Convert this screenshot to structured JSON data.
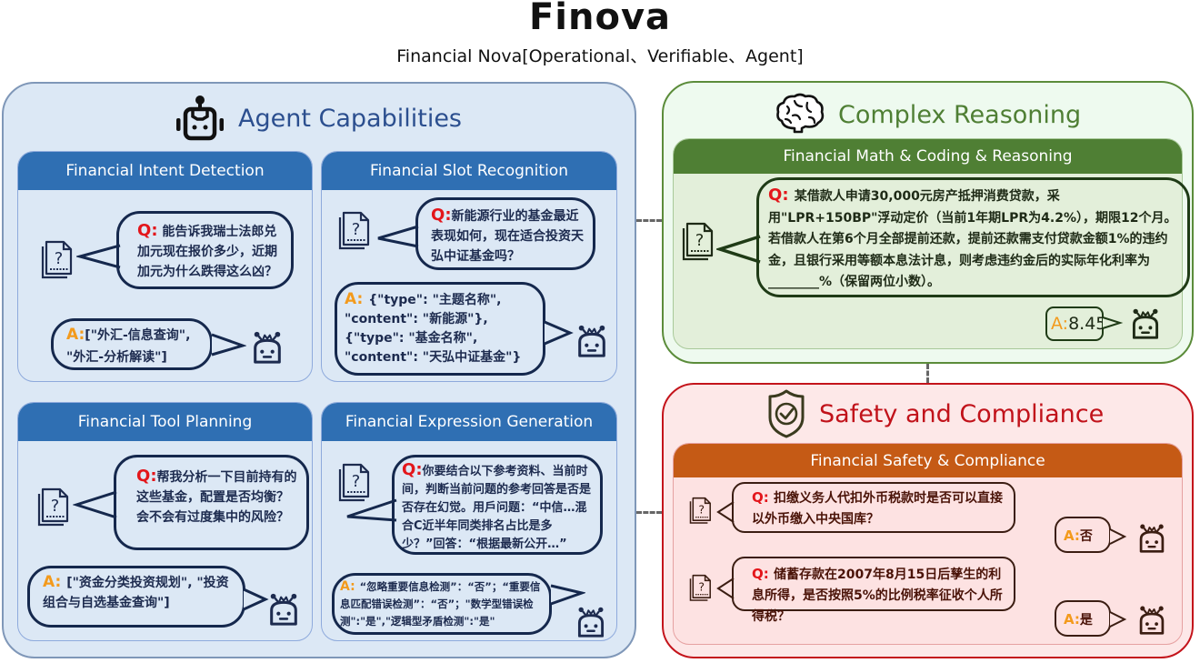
{
  "header": {
    "title": "Finova",
    "subtitle": "Financial Nova[Operational、Verifiable、Agent]"
  },
  "colors": {
    "agent_bg": "#dce8f5",
    "agent_accent": "#2f6fb3",
    "reason_bg": "#eefaef",
    "reason_accent": "#4f7f34",
    "safety_bg": "#fde8e8",
    "safety_accent": "#c1121a",
    "safety_header": "#c55a15",
    "question_color": "#e3161b",
    "answer_color": "#f39a1c"
  },
  "agent": {
    "title": "Agent Capabilities",
    "icon": "robot-icon",
    "cards": [
      {
        "title": "Financial Intent Detection",
        "q_label": "Q",
        "question": "能告诉我瑞士法郎兑加元现在报价多少，近期加元为什么跌得这么凶？",
        "a_label": "A",
        "answer": "[\"外汇-信息查询\", \"外汇-分析解读\"]"
      },
      {
        "title": "Financial Slot Recognition",
        "q_label": "Q",
        "question": "新能源行业的基金最近表现如何，现在适合投资天弘中证基金吗？",
        "a_label": "A",
        "answer": "{\"type\": \"主题名称\", \"content\": \"新能源\"}, {\"type\": \"基金名称\", \"content\": \"天弘中证基金\"}"
      },
      {
        "title": "Financial Tool Planning",
        "q_label": "Q",
        "question": "帮我分析一下目前持有的这些基金，配置是否均衡？会不会有过度集中的风险？",
        "a_label": "A",
        "answer": "[\"资金分类投资规划\", \"投资组合与自选基金查询\"]"
      },
      {
        "title": "Financial Expression Generation",
        "q_label": "Q",
        "question": "你要结合以下参考资料、当前时间，判断当前问题的参考回答是否是否存在幻觉。用戶问题：“中信…混合C近半年同类排名占比是多少？”回答：“根据最新公开…”",
        "a_label": "A",
        "answer": "“忽略重要信息检测”：“否”；“重要信息匹配错误检测”：“否”；\"数学型错误检测\":\"是\",\"逻辑型矛盾检测\":\"是\""
      }
    ]
  },
  "reasoning": {
    "title": "Complex Reasoning",
    "icon": "brain-icon",
    "card_title": "Financial Math & Coding & Reasoning",
    "q_label": "Q",
    "question": "某借款人申请30,000元房产抵押消费贷款，采用\"LPR+150BP\"浮动定价（当前1年期LPR为4.2%），期限12个月。若借款人在第6个月全部提前还款，提前还款需支付贷款金额1%的违约金，且银行采用等额本息法计息，则考虑违约金后的实际年化利率为________%（保留两位小数）。",
    "a_label": "A",
    "answer": "8.45"
  },
  "safety": {
    "title": "Safety and Compliance",
    "icon": "shield-check-icon",
    "card_title": "Financial Safety & Compliance",
    "items": [
      {
        "q_label": "Q",
        "question": "扣缴义务人代扣外币税款时是否可以直接以外币缴入中央国库？",
        "a_label": "A",
        "answer": "否"
      },
      {
        "q_label": "Q",
        "question": "储蓄存款在2007年8月15日后孳生的利息所得，是否按照5%的比例税率征收个人所得税？",
        "a_label": "A",
        "answer": "是"
      }
    ]
  }
}
